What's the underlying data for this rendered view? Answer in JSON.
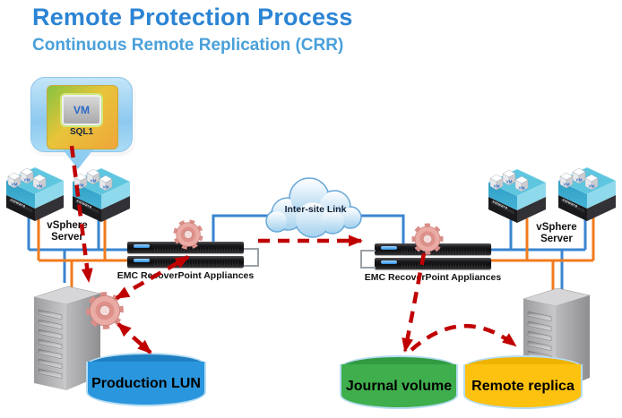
{
  "title": "Remote Protection Process",
  "subtitle": "Continuous Remote Replication (CRR)",
  "vm_callout": {
    "vm": "VM",
    "name": "SQL1"
  },
  "host_icon": {
    "vm": "VM",
    "brand": "vmware"
  },
  "left_site": {
    "server_label": "vSphere Server",
    "appliance_label": "EMC RecoverPoint Appliances",
    "lun_label": "Production LUN"
  },
  "interlink": {
    "label": "Inter-site Link"
  },
  "right_site": {
    "server_label": "vSphere Server",
    "appliance_label": "EMC RecoverPoint Appliances",
    "journal_label": "Journal volume",
    "replica_label": "Remote replica"
  },
  "colors": {
    "title_blue": "#2b84d4",
    "subtitle_blue": "#4aa0da",
    "arrow_red": "#c00000",
    "wire_blue": "#3a85d0",
    "wire_orange": "#f07b1d",
    "lun_body": "#2a96dd",
    "journal_body": "#3fae4c",
    "replica_body": "#fdc10f",
    "gear_pink": "#eaaba5"
  }
}
